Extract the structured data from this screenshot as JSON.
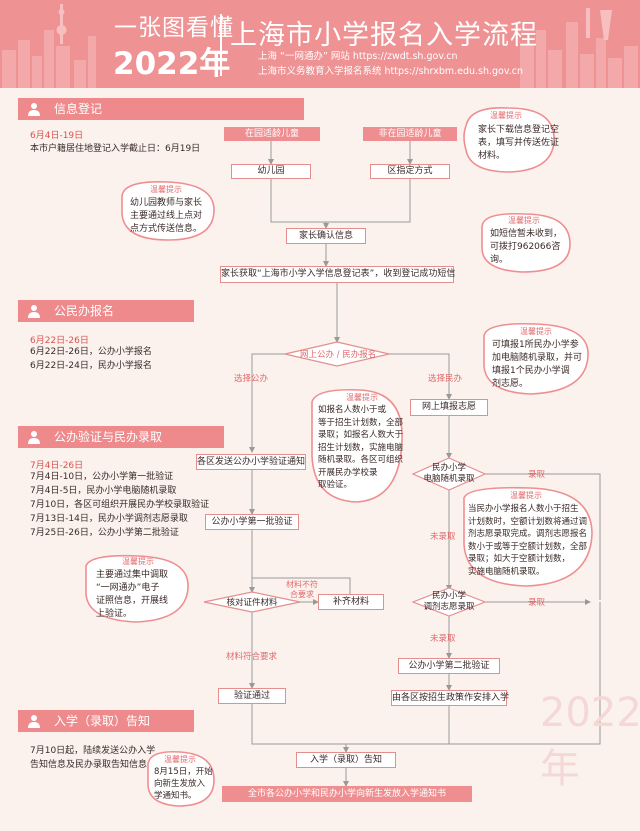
{
  "header": {
    "title_small": "一张图看懂",
    "year": "2022年",
    "title_main": "上海市小学报名入学流程",
    "line1": "上海 “一网通办” 网站 https://zwdt.sh.gov.cn",
    "line2": "上海市义务教育入学报名系统 https://shrxbm.edu.sh.gov.cn"
  },
  "sections": {
    "s1": {
      "title": "信息登记",
      "date": "6月4日-19日",
      "text": "本市户籍居住地登记入学截止日：6月19日"
    },
    "s2": {
      "title": "公民办报名",
      "date": "6月22日-26日",
      "lines": [
        "6月22日-26日，公办小学报名",
        "6月22日-24日，民办小学报名"
      ]
    },
    "s3": {
      "title": "公办验证与民办录取",
      "date": "7月4日-26日",
      "lines": [
        "7月4日-10日，公办小学第一批验证",
        "7月4日-5日，民办小学电脑随机录取",
        "7月10日，各区可组织开展民办学校录取验证",
        "7月13日-14日，民办小学调剂志愿录取",
        "7月25日-26日，公办小学第二批验证"
      ]
    },
    "s4": {
      "title": "入学（录取）告知",
      "lines": [
        "7月10日起，陆续发送公办入学",
        "告知信息及民办录取告知信息"
      ]
    }
  },
  "flow": {
    "school_age": "在园适龄儿童",
    "non_school_age": "非在园适龄儿童",
    "kindergarten": "幼儿园",
    "district_way": "区指定方式",
    "parent_confirm": "家长确认信息",
    "get_form": "家长获取“上海市小学入学信息登记表”，收到登记成功短信",
    "online_apply": "网上公办 / 民办报名",
    "choose_public": "选择公办",
    "choose_private": "选择民办",
    "fill_wish": "网上填报志愿",
    "notify_verify": "各区发送公办小学验证通知",
    "private_random": [
      "民办小学",
      "电脑随机录取"
    ],
    "admitted": "录取",
    "not_admitted": "未录取",
    "first_verify": "公办小学第一批验证",
    "check_docs": "核对证件材料",
    "docs_bad": [
      "材料不符",
      "合要求"
    ],
    "supplement": "补齐材料",
    "docs_ok": "材料符合要求",
    "private_adjust": [
      "民办小学",
      "调剂志愿录取"
    ],
    "second_verify": "公办小学第二批验证",
    "district_arrange": "由各区按招生政策作安排入学",
    "verify_passed": "验证通过",
    "notice": "入学（录取）告知",
    "final": "全市各公办小学和民办小学向新生发放入学通知书"
  },
  "tips": {
    "title": "温馨提示",
    "t1": [
      "家长下载信息登记空",
      "表，填写并传送佐证",
      "材料。"
    ],
    "t2": [
      "幼儿园教师与家长",
      "主要通过线上点对",
      "点方式传送信息。"
    ],
    "t3": [
      "如短信暂未收到，",
      "可拨打962066咨",
      "询。"
    ],
    "t4": [
      "可填报1所民办小学参",
      "加电脑随机录取，并可",
      "填报1个民办小学调",
      "剂志愿。"
    ],
    "t5": [
      "如报名人数小于或",
      "等于招生计划数，全部",
      "录取；如报名人数大于",
      "招生计划数，实施电脑",
      "随机录取。各区可组织",
      "开展民办学校录",
      "取验证。"
    ],
    "t6": [
      "当民办小学报名人数小于招生",
      "计划数时，空额计划数将通过调",
      "剂志愿录取完成。调剂志愿报名",
      "数小于或等于空额计划数，全部",
      "录取；如大于空额计划数，",
      "实施电脑随机录取。"
    ],
    "t7": [
      "主要通过集中调取",
      "“一网通办”电子",
      "证照信息，开展线",
      "上验证。"
    ],
    "t8": [
      "8月15日，开始",
      "向新生发放入",
      "学通知书。"
    ]
  },
  "colors": {
    "accent": "#ef8e90",
    "text_red": "#e06b6d",
    "bg": "#fbf2ee"
  }
}
